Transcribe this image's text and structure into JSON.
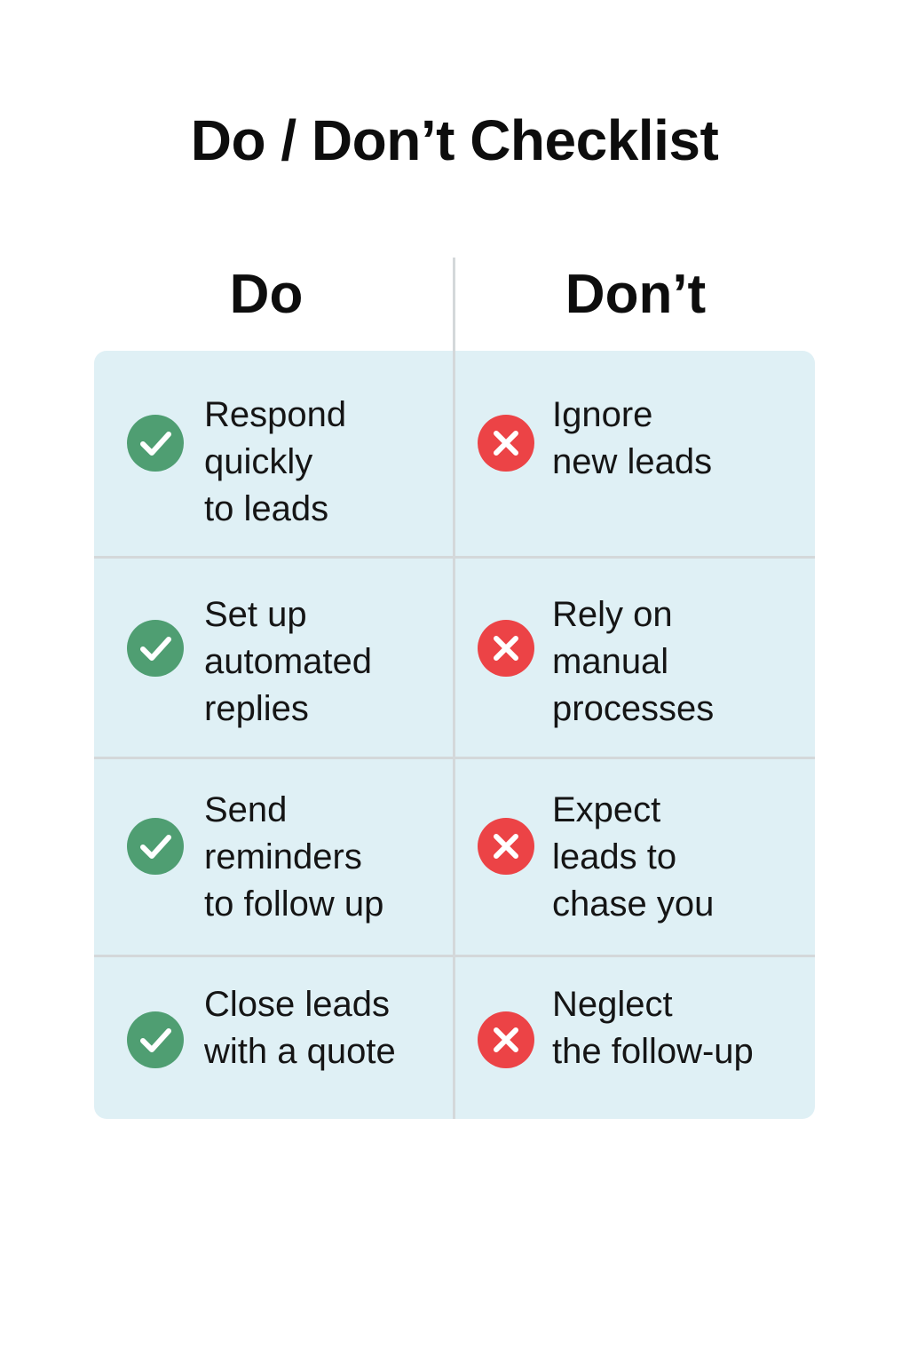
{
  "title": "Do / Don’t Checklist",
  "columns": {
    "do": "Do",
    "dont": "Don’t"
  },
  "colors": {
    "do_icon": "#4f9e72",
    "dont_icon": "#ec4346",
    "table_background": "#dff0f5"
  },
  "icons": {
    "do": "check-circle-icon",
    "dont": "x-circle-icon"
  },
  "rows": [
    {
      "do": "Respond\nquickly\nto leads",
      "dont": "Ignore\nnew leads"
    },
    {
      "do": "Set up\nautomated\nreplies",
      "dont": "Rely on\nmanual\nprocesses"
    },
    {
      "do": "Send\nreminders\nto follow up",
      "dont": "Expect\nleads to\nchase you"
    },
    {
      "do": "Close leads\nwith a quote",
      "dont": "Neglect\nthe follow-up"
    }
  ]
}
